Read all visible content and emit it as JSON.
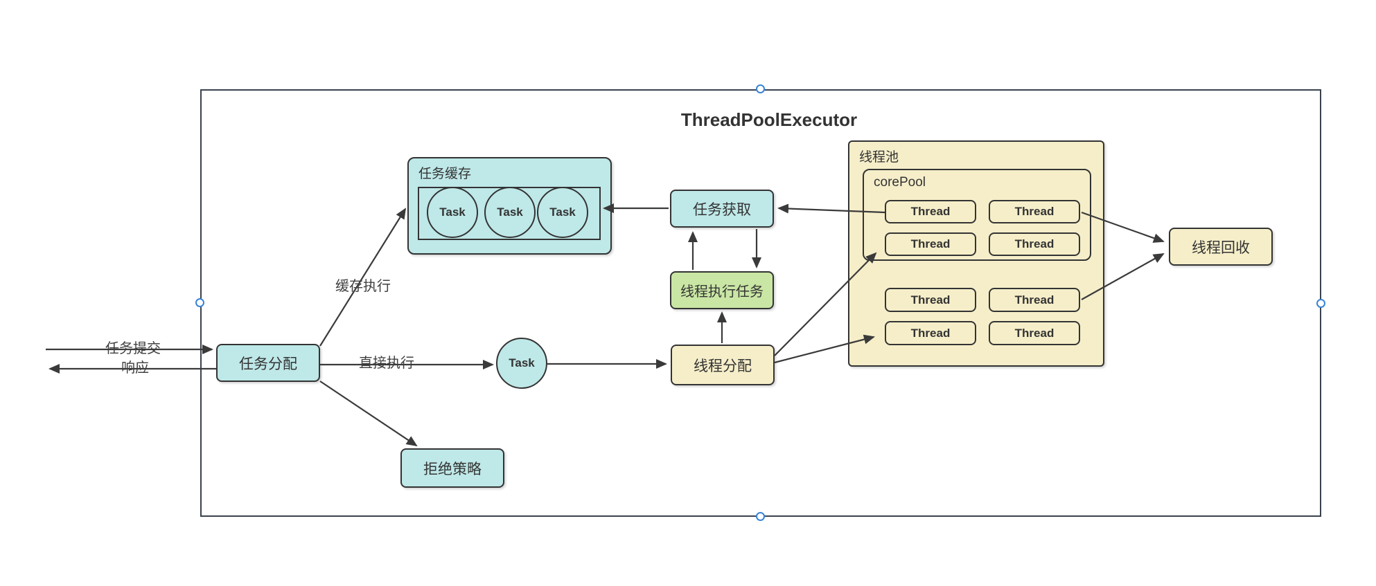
{
  "title": "ThreadPoolExecutor",
  "edge_labels": {
    "submit": "任务提交",
    "response": "响应",
    "cache_exec": "缓存执行",
    "direct_exec": "直接执行"
  },
  "nodes": {
    "task_dispatch": "任务分配",
    "task_cache": "任务缓存",
    "cache_tasks": [
      "Task",
      "Task",
      "Task"
    ],
    "direct_task": "Task",
    "task_fetch": "任务获取",
    "thread_exec_task": "线程执行任务",
    "thread_dispatch": "线程分配",
    "reject_policy": "拒绝策略",
    "thread_pool": "线程池",
    "core_pool": "corePool",
    "core_threads": [
      "Thread",
      "Thread",
      "Thread",
      "Thread"
    ],
    "pool_threads": [
      "Thread",
      "Thread",
      "Thread",
      "Thread"
    ],
    "thread_recycle": "线程回收"
  },
  "colors": {
    "node_cyan": "#bfe8e8",
    "node_tan": "#f5eec9",
    "node_green": "#c9e6a4",
    "shape_border": "#333333",
    "outer_border": "#39414d",
    "edge_line": "#3a3a3a",
    "selection_handle": "#3884d6"
  }
}
